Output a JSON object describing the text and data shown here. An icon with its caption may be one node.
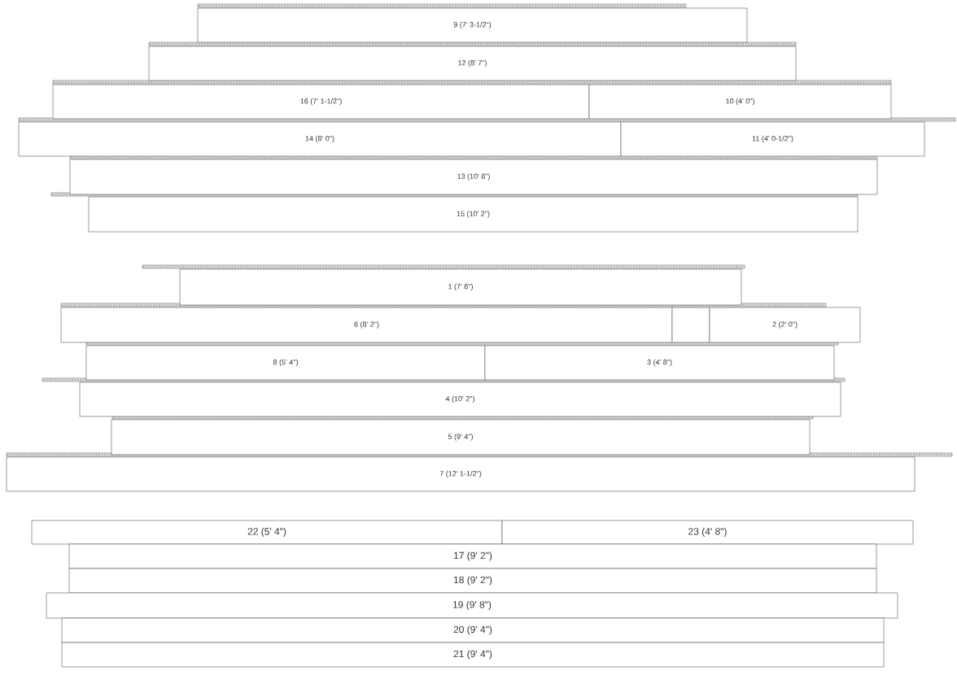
{
  "diagram": {
    "nodes": [
      {
        "text": [
          "9 (7' 3-1/2\")"
        ]
      },
      {
        "text": [
          "12 (8' 7\")"
        ]
      },
      {
        "text": [
          "16 (7' 1-1/2\")"
        ]
      },
      {
        "text": [
          "10 (4' 0\")"
        ]
      },
      {
        "text": [
          "14 (8' 0\")"
        ]
      },
      {
        "text": [
          "11 (4' 0-1/2\")"
        ]
      },
      {
        "text": [
          "13 (10' 8\")"
        ]
      },
      {
        "text": [
          "15 (10' 2\")"
        ]
      },
      {
        "text": [
          "1 (7' 6\")"
        ]
      },
      {
        "text": [
          "6 (8' 2\")"
        ]
      },
      {
        "text": [],
        "shape": "box"
      },
      {
        "text": [
          "2 (2' 0\")"
        ]
      },
      {
        "text": [
          "8 (5' 4\")"
        ]
      },
      {
        "text": [
          "3 (4' 8\")"
        ]
      },
      {
        "text": [
          "4 (10' 2\")"
        ]
      },
      {
        "text": [
          "5 (9' 4\")"
        ]
      },
      {
        "text": [
          "7 (12' 1-1/2\")"
        ]
      },
      {
        "text": [
          "22 (5' 4\")"
        ]
      },
      {
        "text": [
          "23 (4' 8\")"
        ]
      },
      {
        "text": [
          "17 (9' 2\")"
        ]
      },
      {
        "text": [
          "18 (9' 2\")"
        ]
      },
      {
        "text": [
          "19 (9' 8\")"
        ]
      },
      {
        "text": [
          "20 (9' 4\")"
        ]
      },
      {
        "text": [
          "21 (9' 4\")"
        ]
      }
    ]
  }
}
